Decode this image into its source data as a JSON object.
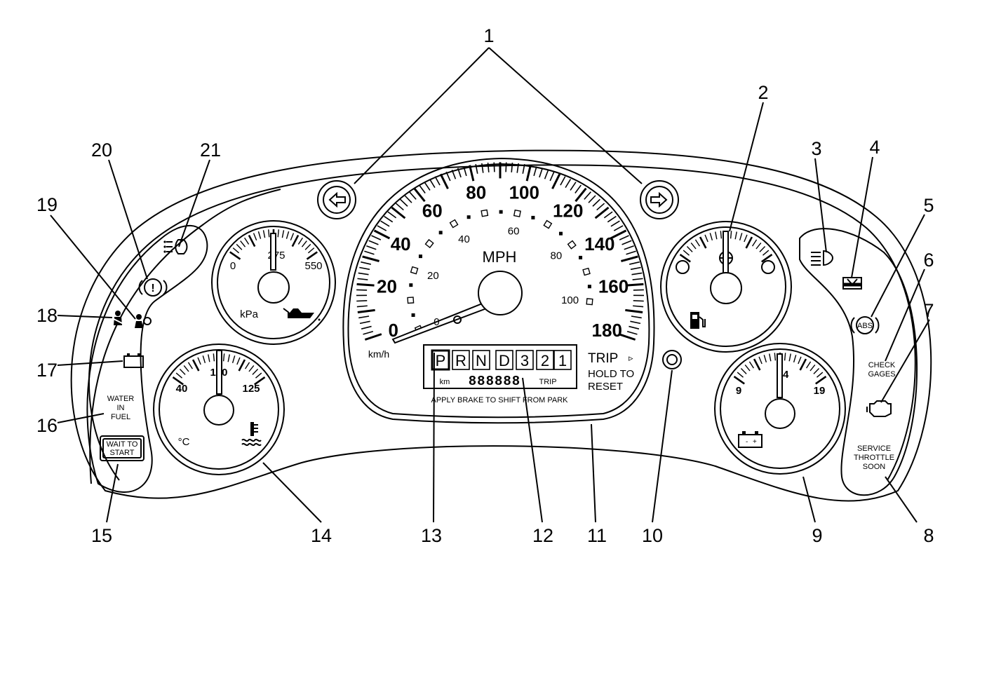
{
  "speedometer": {
    "mph_label": "MPH",
    "kmh_label": "km/h",
    "mph_ticks": [
      "0",
      "20",
      "40",
      "60",
      "80",
      "100",
      "120",
      "140",
      "160",
      "180"
    ],
    "kmh_ticks": [
      "0",
      "20",
      "40",
      "60",
      "80",
      "100"
    ],
    "warning_text": "APPLY BRAKE TO SHIFT FROM PARK"
  },
  "prndl": {
    "gears": [
      "P",
      "R",
      "N",
      "D",
      "3",
      "2",
      "1"
    ],
    "selected": "P",
    "odometer_unit": "km",
    "odometer_digits": "888888",
    "trip_label": "TRIP"
  },
  "trip_button": {
    "title": "TRIP",
    "arrow": "▹",
    "line1": "HOLD TO",
    "line2": "RESET"
  },
  "oil_pressure": {
    "min": "0",
    "mid": "275",
    "max": "550",
    "unit": "kPa",
    "icon": "oil-can-icon"
  },
  "coolant_temp": {
    "min": "40",
    "mid": "100",
    "max": "125",
    "unit": "°C",
    "icon": "coolant-thermometer-icon"
  },
  "fuel": {
    "icon": "fuel-pump-icon"
  },
  "voltmeter": {
    "min": "9",
    "mid": "14",
    "max": "19",
    "icon": "battery-icon"
  },
  "indicators": {
    "check_gages": [
      "CHECK",
      "GAGES"
    ],
    "service_throttle": [
      "SERVICE",
      "THROTTLE",
      "SOON"
    ],
    "water_in_fuel": [
      "WATER",
      "IN",
      "FUEL"
    ],
    "wait_to_start": [
      "WAIT TO",
      "START"
    ],
    "abs": "ABS"
  },
  "callouts": [
    "1",
    "2",
    "3",
    "4",
    "5",
    "6",
    "7",
    "8",
    "9",
    "10",
    "11",
    "12",
    "13",
    "14",
    "15",
    "16",
    "17",
    "18",
    "19",
    "20",
    "21"
  ]
}
